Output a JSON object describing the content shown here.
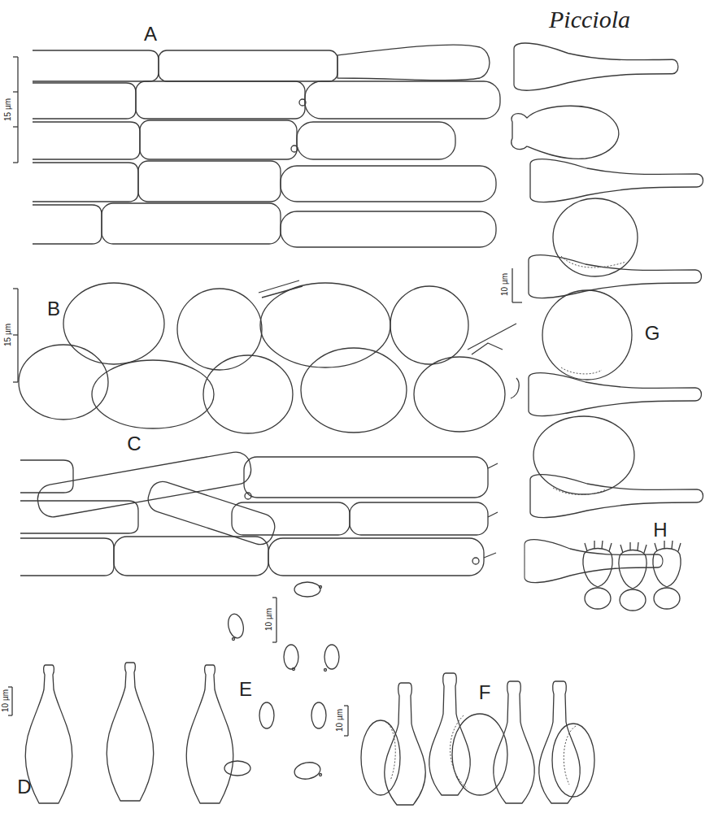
{
  "diagram": {
    "labels": [
      "Picciola",
      "A",
      "15 µm",
      "B",
      "15 µm",
      "C",
      "G",
      "10 µm",
      "D",
      "10 µm",
      "E",
      "10 µm",
      "F",
      "10 µm",
      "H"
    ]
  }
}
